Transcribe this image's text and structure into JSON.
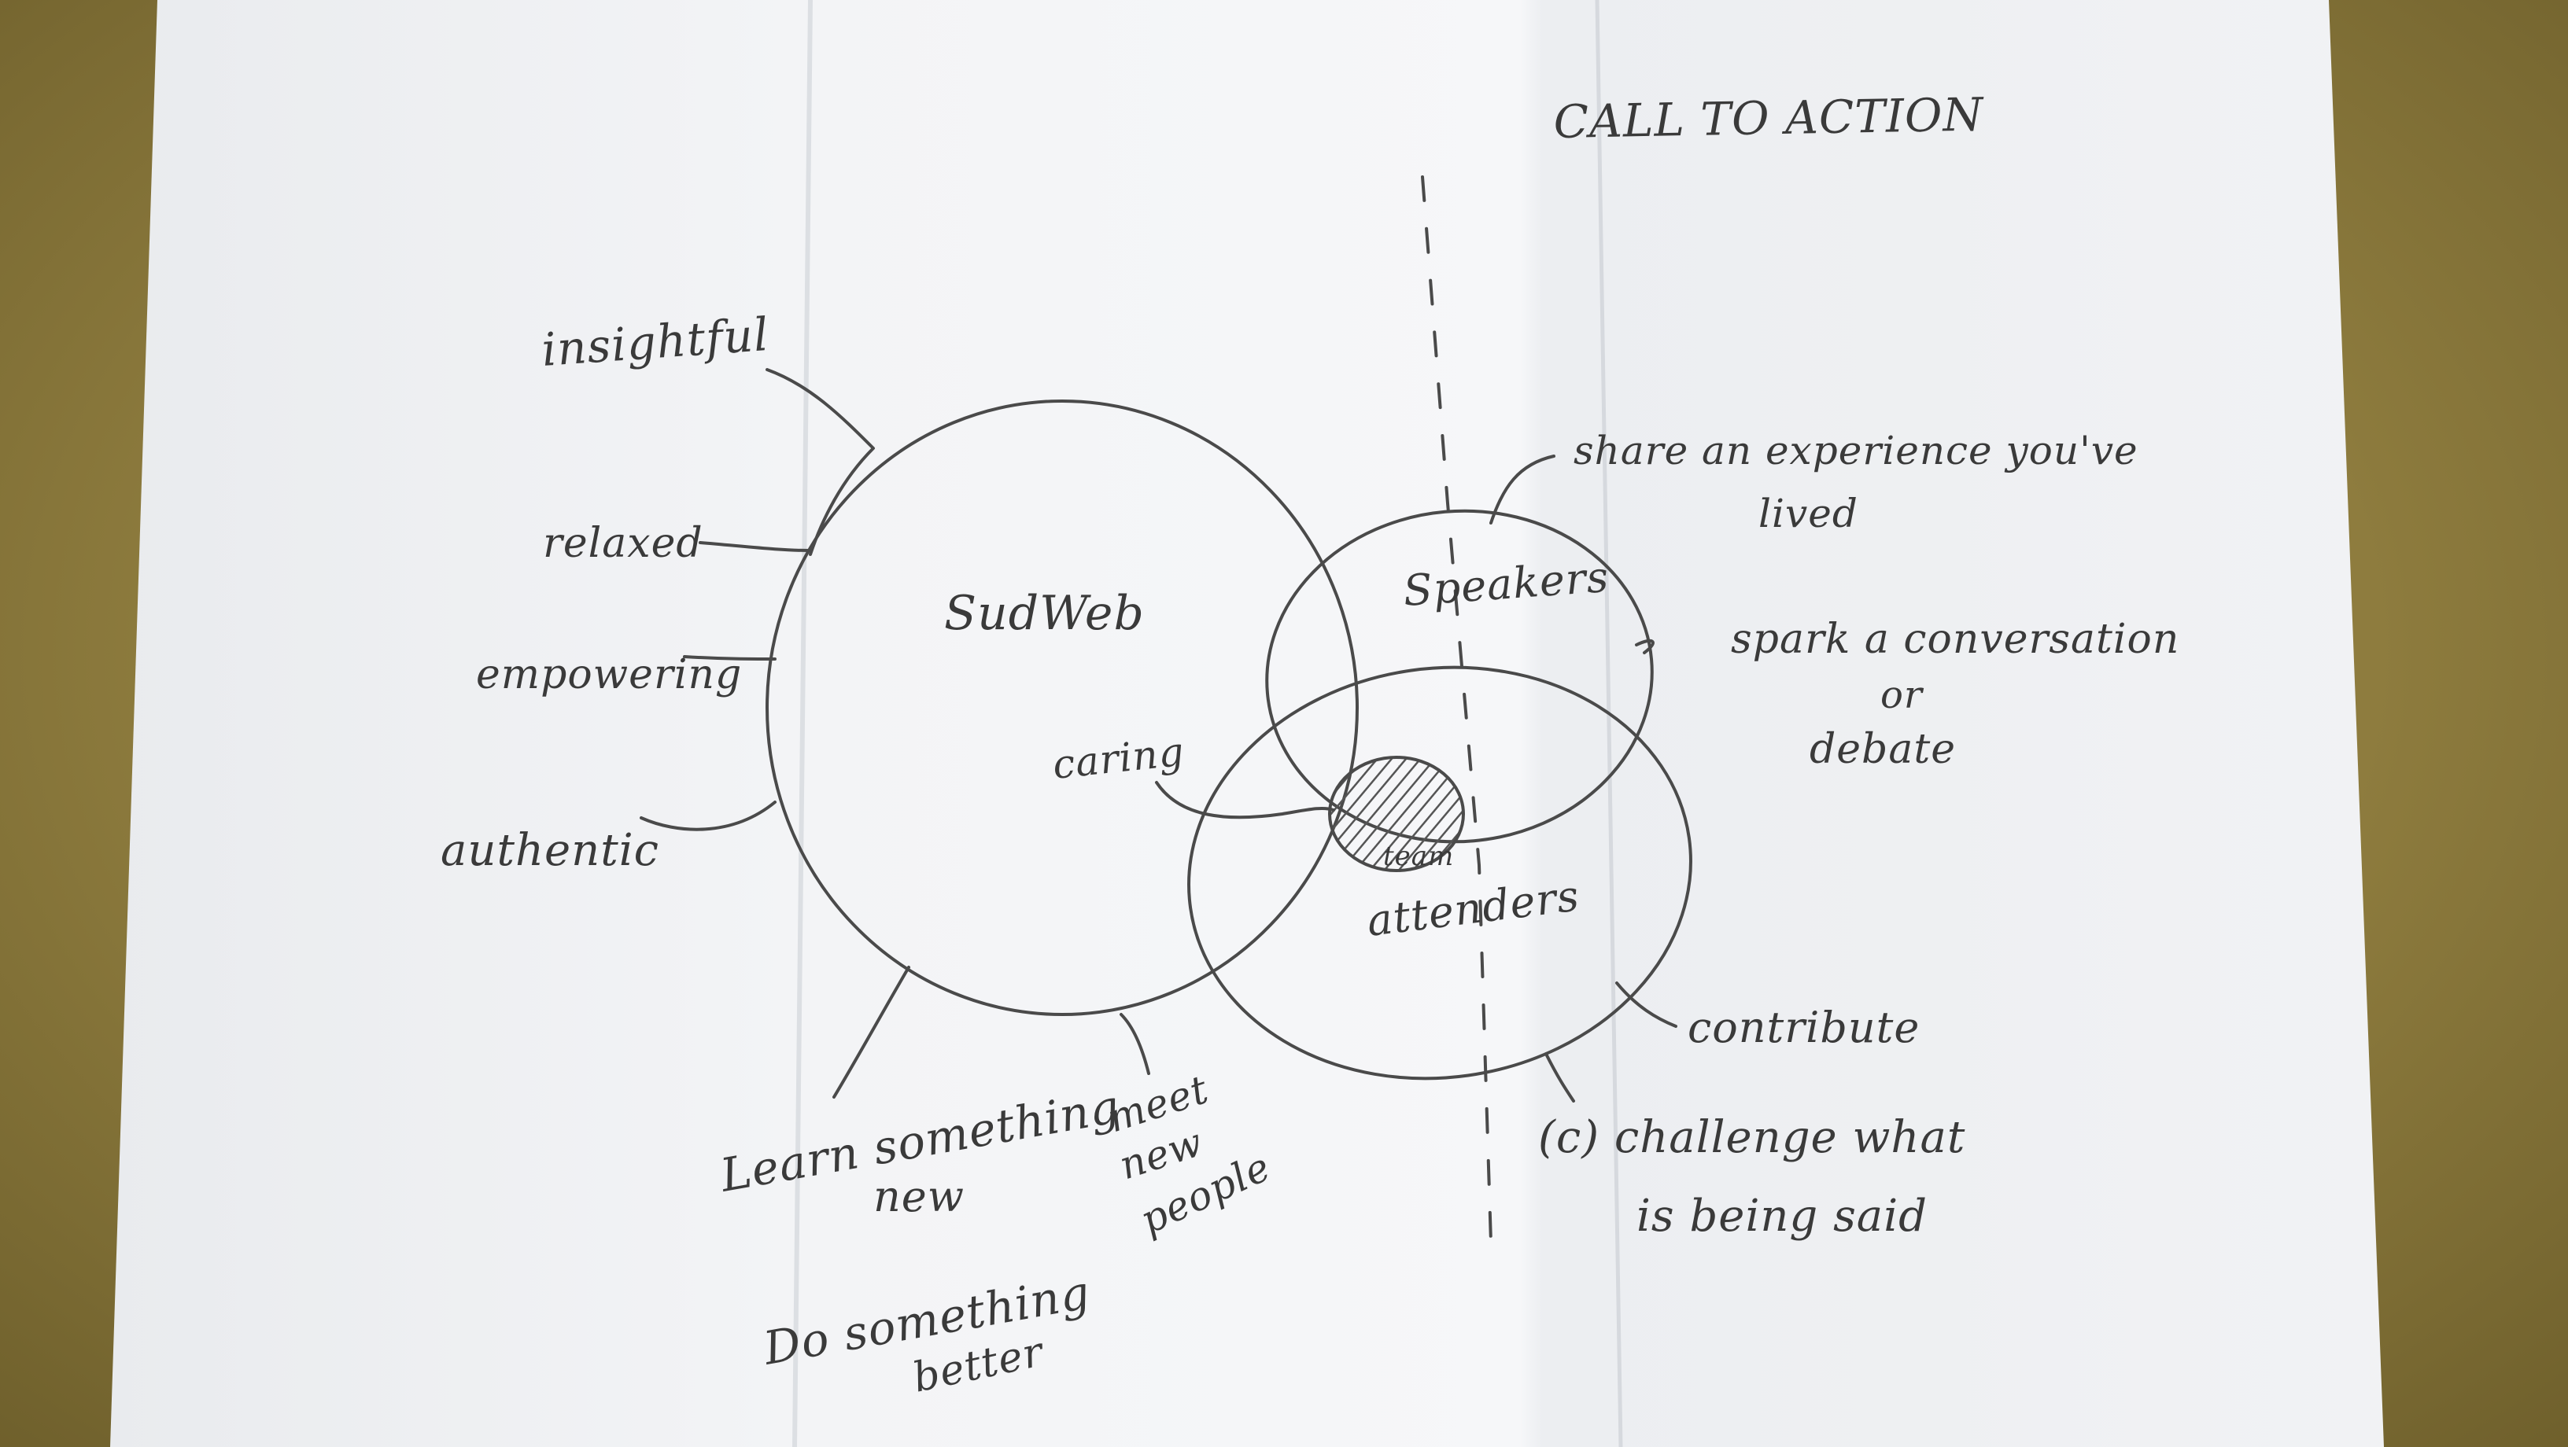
{
  "header": {
    "call_to_action": "CALL TO ACTION"
  },
  "circles": {
    "sudweb": "SudWeb",
    "speakers": "Speakers",
    "attenders": "attenders",
    "team": "team"
  },
  "left_labels": {
    "insightful": "insightful",
    "relaxed": "relaxed",
    "empowering": "empowering",
    "authentic": "authentic",
    "caring": "caring"
  },
  "bottom_labels": {
    "learn_line1": "Learn something",
    "learn_line2": "new",
    "meet_line1": "meet",
    "meet_line2": "new",
    "meet_line3": "people",
    "do_line1": "Do something",
    "do_line2": "better"
  },
  "right_labels": {
    "share_line1": "share an experience you've",
    "share_line2": "lived",
    "spark_line1": "spark a conversation",
    "spark_line2": "or",
    "spark_line3": "debate",
    "contribute": "contribute",
    "challenge_line1": "(c) challenge what",
    "challenge_line2": "is being said"
  },
  "colors": {
    "paper": "#f4f5f7",
    "pencil": "#4a4a4a",
    "background": "#8e7c3e"
  }
}
